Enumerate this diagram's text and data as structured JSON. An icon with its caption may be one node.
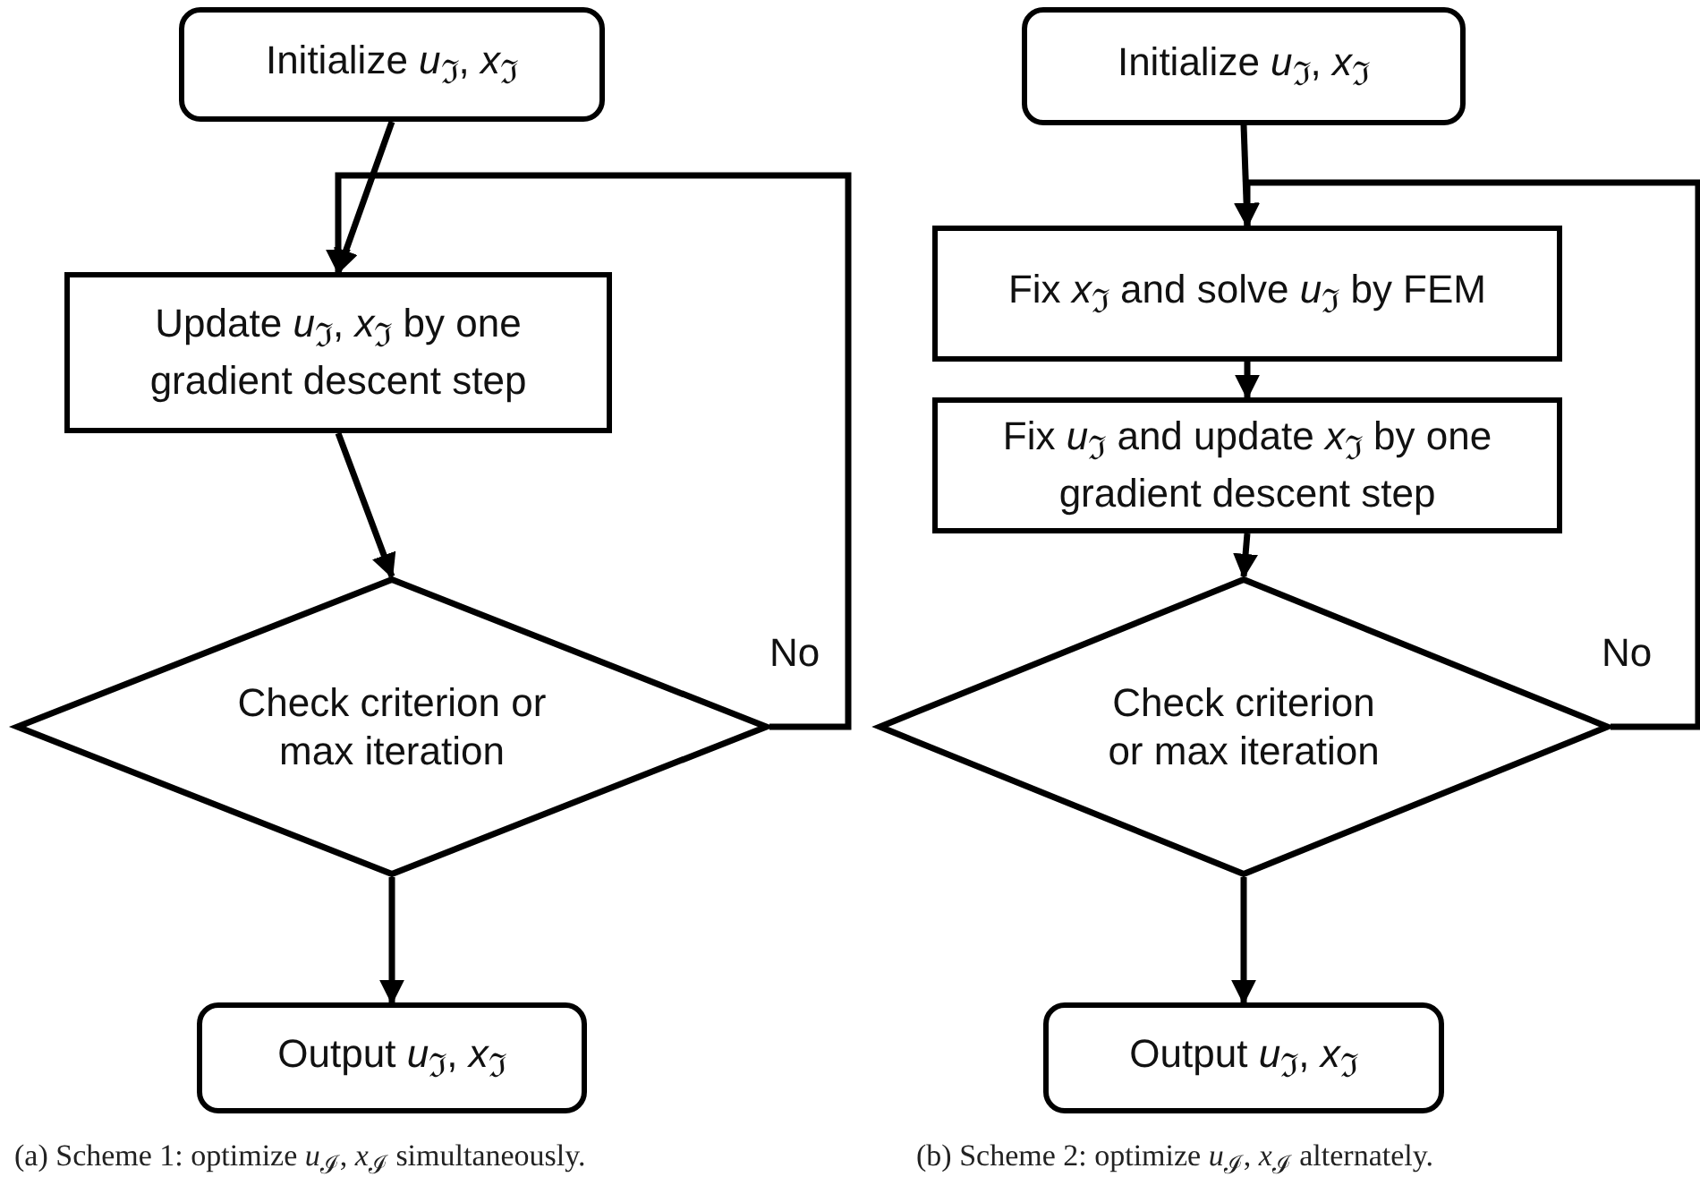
{
  "diagram": {
    "nodes": [
      {
        "text": [
          "Initialize *u*$_{ℑ}$, *x*$_{ℑ}$"
        ]
      },
      {
        "text": [
          "Update *u*$_{ℑ}$, *x*$_{ℑ}$ by one gradient descent step"
        ]
      },
      {
        "text": [
          "Check criterion or max iteration"
        ]
      },
      {
        "text": [
          "Output *u*$_{ℑ}$, *x*$_{ℑ}$"
        ]
      },
      {
        "text": [
          "Initialize *u*$_{ℑ}$, *x*$_{ℑ}$"
        ]
      },
      {
        "text": [
          "Fix *x*$_{ℑ}$ and solve *u*$_{ℑ}$ by FEM"
        ]
      },
      {
        "text": [
          "Fix *u*$_{ℑ}$ and update *x*$_{ℑ}$ by one gradient descent step"
        ]
      },
      {
        "text": [
          "Check criterion or max iteration"
        ]
      },
      {
        "text": [
          "Output *u*$_{ℑ}$, *x*$_{ℑ}$"
        ]
      }
    ],
    "edges": [
      {
        "from": 0,
        "to": 1,
        "arrow": "to"
      },
      {
        "from": 1,
        "to": 2,
        "arrow": "to"
      },
      {
        "from": 2,
        "to": 3,
        "arrow": "to"
      },
      {
        "from": 2,
        "to": 1,
        "arrow": "to",
        "label": "No"
      },
      {
        "from": 4,
        "to": 5,
        "arrow": "to"
      },
      {
        "from": 5,
        "to": 6,
        "arrow": "to"
      },
      {
        "from": 6,
        "to": 7,
        "arrow": "to"
      },
      {
        "from": 7,
        "to": 8,
        "arrow": "to"
      },
      {
        "from": 7,
        "to": 5,
        "arrow": "to",
        "label": "No"
      }
    ],
    "labels": [
      "(a) Scheme 1: optimize *u*$_{ℐ}$, *x*$_{ℐ}$ simultaneously.",
      "(b) Scheme 2: optimize *u*$_{ℐ}$, *x*$_{ℐ}$ alternately."
    ]
  }
}
